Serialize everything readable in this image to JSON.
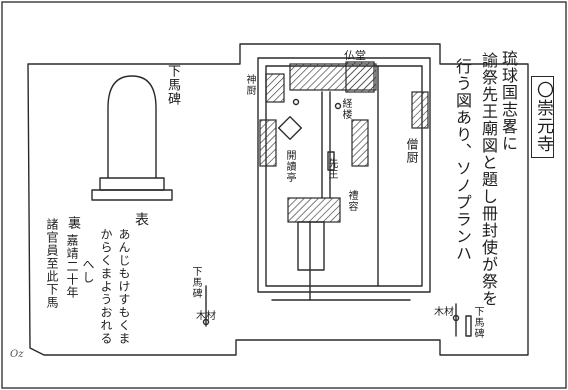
{
  "title": "〇崇元寺",
  "caption_lines": [
    "琉球国志畧に",
    "諭祭先王廟図と題し冊封使が祭を",
    "行う図あり、ソノプランハ"
  ],
  "temple_labels": {
    "buddha_hall": "仏堂",
    "left_room": "神厨",
    "sutra": "経楼",
    "monk_kitchen": "僧厨",
    "tablet": "先王",
    "ceremony": "開讀亭",
    "pavilion": "禮容"
  },
  "stele": {
    "name": "下馬碑",
    "front_heading": "表",
    "front_text_1": "あんじもけすもくま",
    "front_text_2": "からくまようおれる",
    "front_text_3": "へし",
    "back_heading": "裏",
    "back_text": "嘉靖二十年",
    "back_text_2": "諸官員至此下馬"
  },
  "markers": {
    "left_stele": "下馬碑",
    "left_wood": "木材",
    "right_stele": "下馬碑",
    "right_wood": "木材"
  },
  "signature": "Oz"
}
